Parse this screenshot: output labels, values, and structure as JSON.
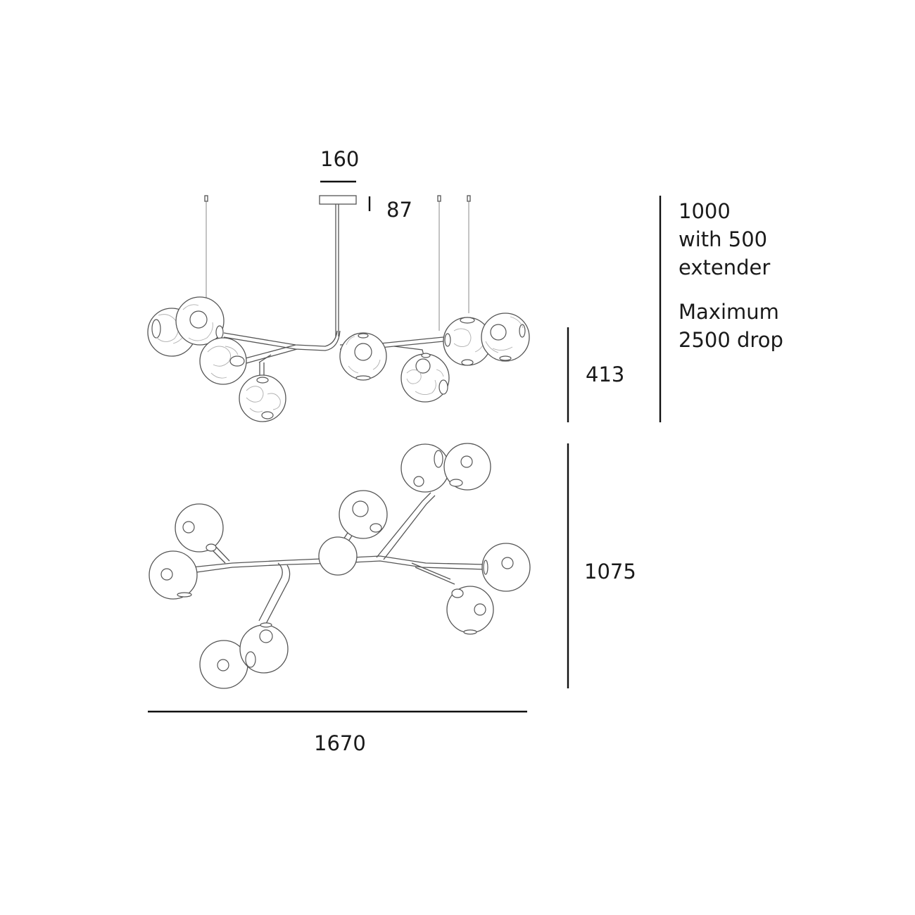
{
  "dimensions": {
    "canopy_width": "160",
    "canopy_height": "87",
    "fixture_height": "413",
    "fixture_depth": "1075",
    "fixture_width": "1670"
  },
  "notes": {
    "drop_line1": "1000",
    "drop_line2": "with 500",
    "drop_line3": "extender",
    "max_line1": "Maximum",
    "max_line2": "2500 drop"
  },
  "colors": {
    "line": "#555555",
    "dimension": "#111111",
    "background": "#ffffff"
  }
}
